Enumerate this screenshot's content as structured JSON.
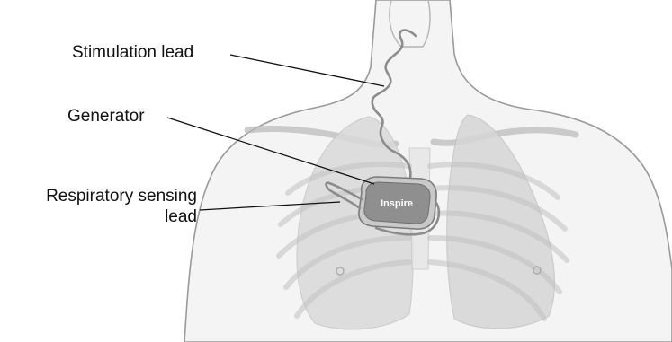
{
  "diagram": {
    "callouts": {
      "stimulation_lead": "Stimulation lead",
      "generator": "Generator",
      "respiratory_sensing_lead_line1": "Respiratory sensing",
      "respiratory_sensing_lead_line2": "lead"
    },
    "device_brand": "Inspire",
    "colors": {
      "background": "#ffffff",
      "body_outline": "#9a9a9a",
      "body_fill": "#f4f4f4",
      "lung_fill": "#d9d9d9",
      "lead_wire": "#8c8c8c",
      "leader_line": "#111111",
      "text": "#111111"
    }
  }
}
